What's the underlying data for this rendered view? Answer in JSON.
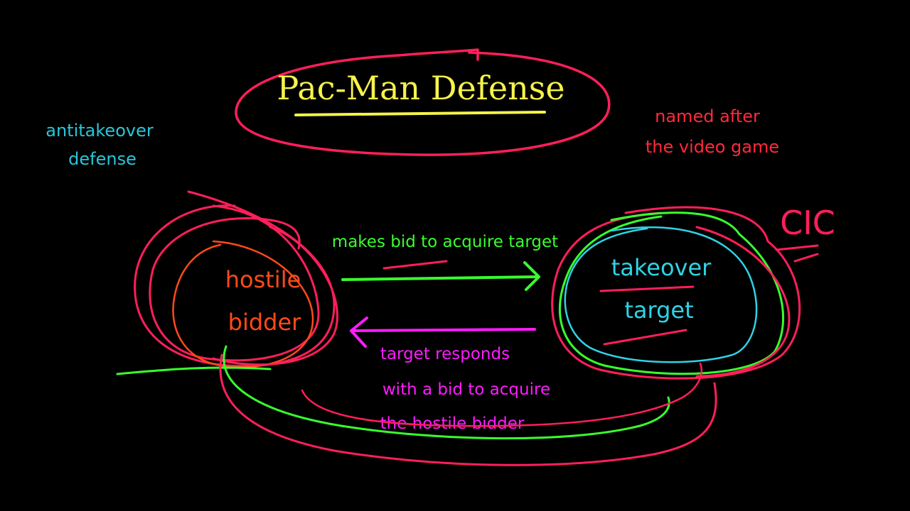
{
  "title": "Pac-Man Defense",
  "notes": {
    "left_line1": "antitakeover",
    "left_line2": "defense",
    "right_line1": "named after",
    "right_line2": "the video game",
    "corner": "CIC"
  },
  "nodes": {
    "bidder_line1": "hostile",
    "bidder_line2": "bidder",
    "target_line1": "takeover",
    "target_line2": "target"
  },
  "arrows": {
    "forward_label": "makes bid to acquire target",
    "back_line1": "target responds",
    "back_line2": "with a bid to acquire",
    "back_line3": "the hostile bidder"
  },
  "colors": {
    "background": "#000000",
    "title_oval": "#ff1f5a",
    "title_text": "#f6f34a",
    "note_left": "#29c6d8",
    "note_right": "#ff2a3a",
    "bidder": "#ff4a1a",
    "target_text": "#2fd3e6",
    "green": "#39ff2e",
    "magenta": "#ff1cff",
    "circle_red": "#ff1f5a"
  }
}
